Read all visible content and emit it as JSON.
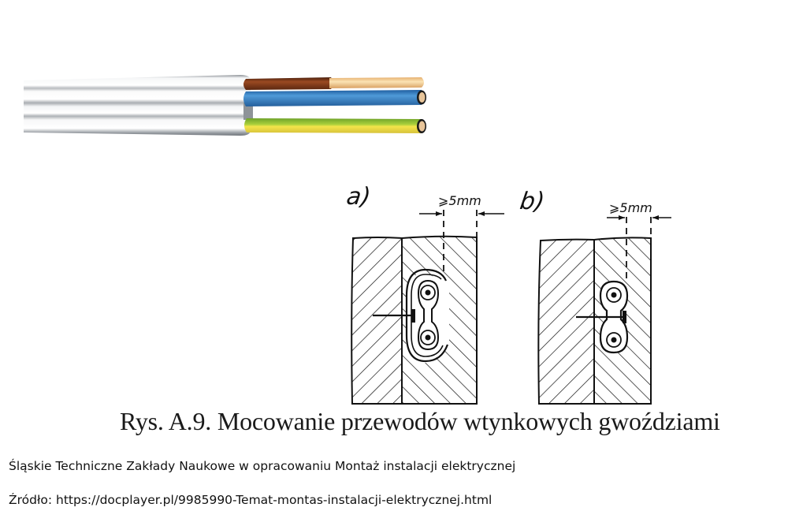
{
  "cable_illustration": {
    "description": "Flat three-core installation cable with stripped ends",
    "sheath_color": "#e9ecef",
    "cores": [
      {
        "name": "brown-core",
        "color": "#7a3a1c",
        "conductor_color": "#f2cf93"
      },
      {
        "name": "blue-core",
        "color": "#3b84c8",
        "conductor_color": "#e8c59a"
      },
      {
        "name": "green-yellow-core",
        "color": "#b7d23c",
        "conductor_color": "#e8c59a"
      }
    ]
  },
  "figure": {
    "panel_a_label": "a)",
    "panel_b_label": "b)",
    "dimension_a": "⩾5mm",
    "dimension_b": "⩾5mm",
    "caption": "Rys. A.9. Mocowanie przewodów wtynkowych gwoździami"
  },
  "footer": {
    "credit": "Śląskie Techniczne Zakłady Naukowe w opracowaniu Montaż instalacji elektrycznej",
    "source": "Źródło: https://docplayer.pl/9985990-Temat-montas-instalacji-elektrycznej.html"
  }
}
